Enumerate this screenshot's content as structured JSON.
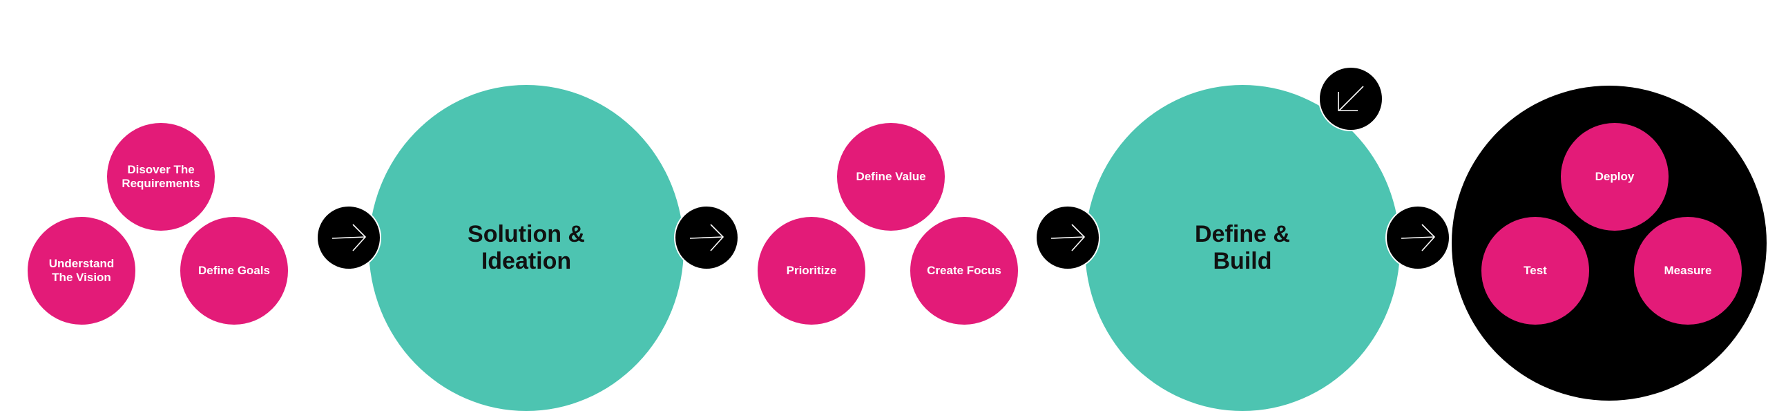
{
  "colors": {
    "pink": "#e31b78",
    "teal": "#4dc4b1",
    "black": "#000000",
    "white": "#ffffff"
  },
  "group1": {
    "top": "Disover The Requirements",
    "left": "Understand The Vision",
    "right": "Define Goals"
  },
  "stage1": {
    "title_line1": "Solution &",
    "title_line2": "Ideation"
  },
  "group2": {
    "top": "Define Value",
    "left": "Prioritize",
    "right": "Create Focus"
  },
  "stage2": {
    "title_line1": "Define &",
    "title_line2": "Build"
  },
  "group3": {
    "top": "Deploy",
    "left": "Test",
    "right": "Measure"
  },
  "icons": [
    "arrow-right-icon",
    "arrow-down-left-icon"
  ]
}
